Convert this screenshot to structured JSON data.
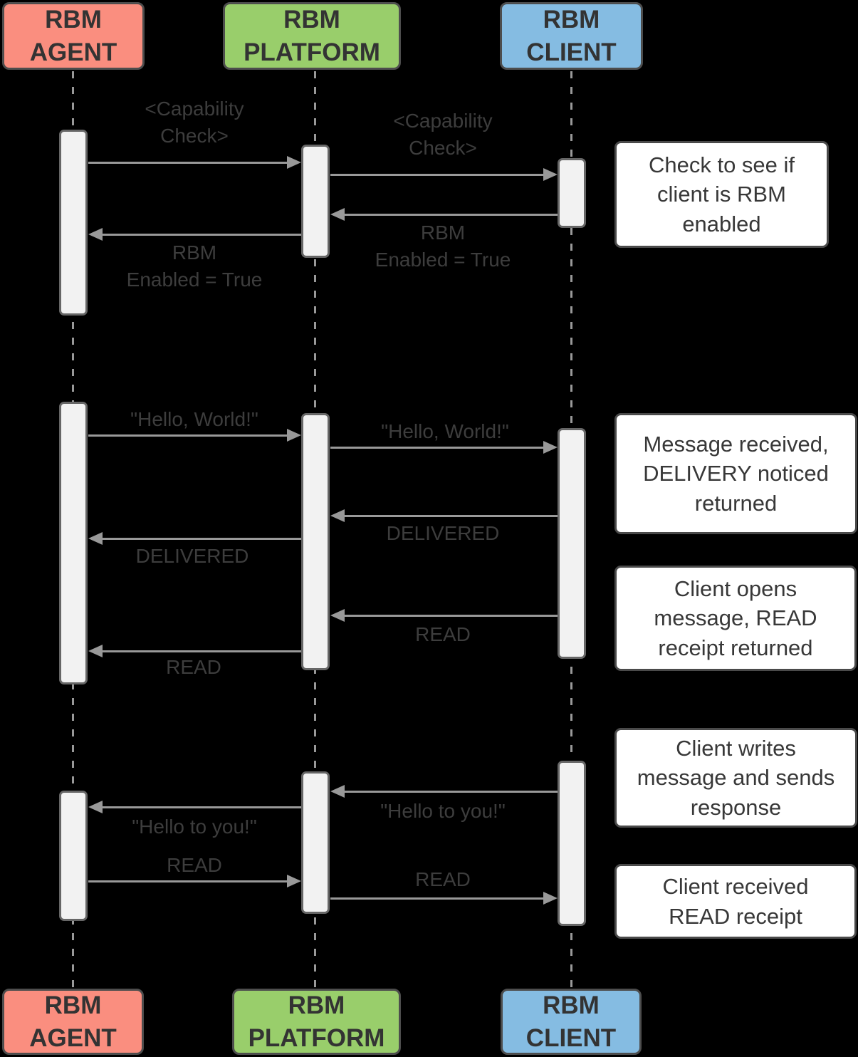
{
  "actors": [
    {
      "id": "agent",
      "label": "RBM\nAGENT",
      "fill": "#FA8E7F"
    },
    {
      "id": "platform",
      "label": "RBM\nPLATFORM",
      "fill": "#99CE6B"
    },
    {
      "id": "client",
      "label": "RBM\nCLIENT",
      "fill": "#85BCE2"
    }
  ],
  "arrows": [
    {
      "from": "agent",
      "to": "platform",
      "label": "<Capability\nCheck>"
    },
    {
      "from": "platform",
      "to": "client",
      "label": "<Capability\nCheck>"
    },
    {
      "from": "client",
      "to": "platform",
      "label": "RBM\nEnabled = True"
    },
    {
      "from": "platform",
      "to": "agent",
      "label": "RBM\nEnabled = True"
    },
    {
      "from": "agent",
      "to": "platform",
      "label": "\"Hello, World!\""
    },
    {
      "from": "platform",
      "to": "client",
      "label": "\"Hello, World!\""
    },
    {
      "from": "client",
      "to": "platform",
      "label": "DELIVERED"
    },
    {
      "from": "platform",
      "to": "agent",
      "label": "DELIVERED"
    },
    {
      "from": "client",
      "to": "platform",
      "label": "READ"
    },
    {
      "from": "platform",
      "to": "agent",
      "label": "READ"
    },
    {
      "from": "client",
      "to": "platform",
      "label": "\"Hello to you!\""
    },
    {
      "from": "platform",
      "to": "agent",
      "label": "\"Hello to you!\""
    },
    {
      "from": "agent",
      "to": "platform",
      "label": "READ"
    },
    {
      "from": "platform",
      "to": "client",
      "label": "READ"
    }
  ],
  "notes": [
    {
      "text": "Check to see if\nclient is RBM\nenabled"
    },
    {
      "text": "Message received,\nDELIVERY noticed\nreturned"
    },
    {
      "text": "Client opens\nmessage, READ\nreceipt returned"
    },
    {
      "text": "Client writes\nmessage and sends\nresponse"
    },
    {
      "text": "Client received\nREAD receipt"
    }
  ],
  "colors": {
    "background": "#000000",
    "agent_fill": "#FA8E7F",
    "platform_fill": "#99CE6B",
    "client_fill": "#85BCE2",
    "box_border": "#4D4D4D",
    "activation_fill": "#F2F2F2",
    "activation_border": "#666666",
    "arrow": "#999999",
    "label_text": "#3D3D3D",
    "note_background": "#FFFFFF",
    "note_border": "#4A4A4A",
    "heading_text": "#333333"
  }
}
